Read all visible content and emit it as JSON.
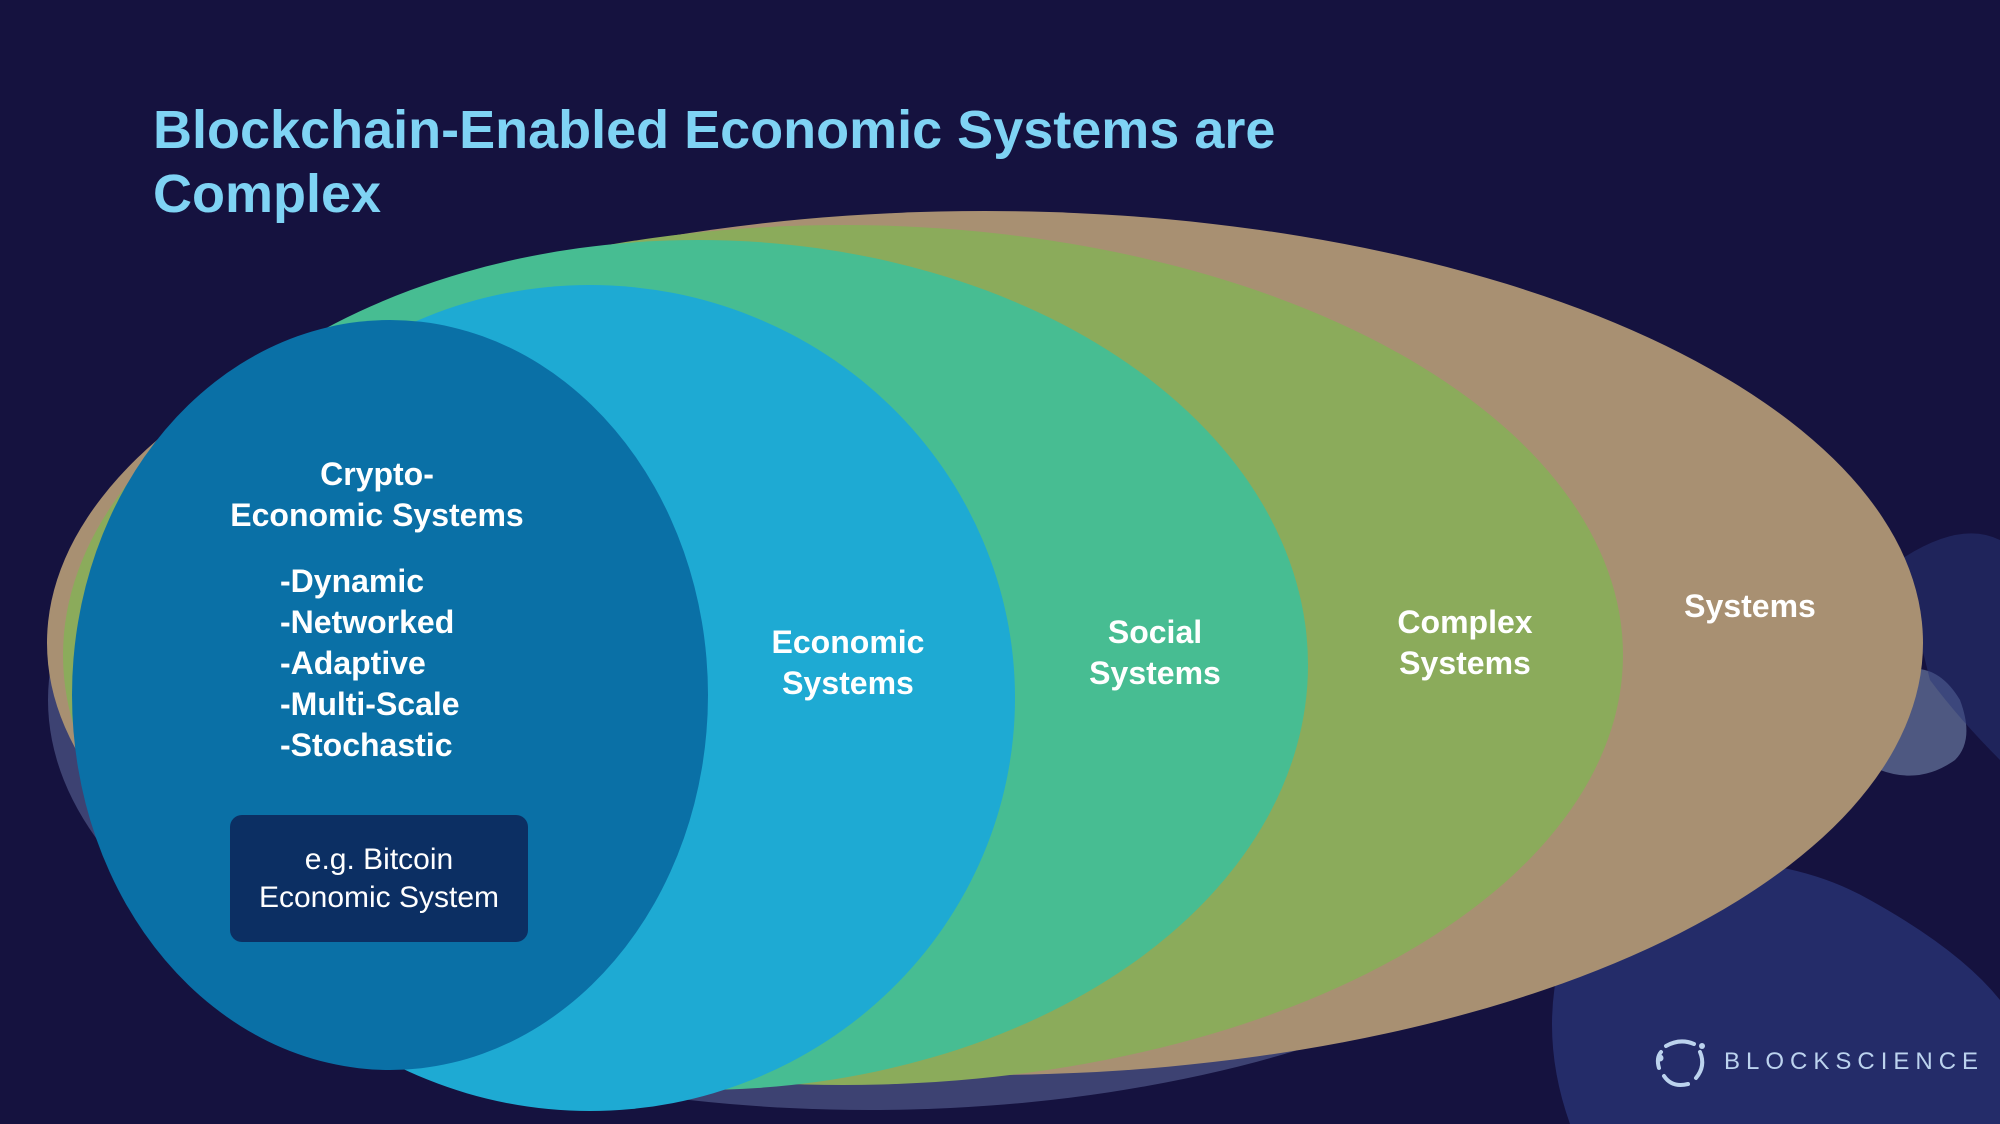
{
  "title": "Blockchain-Enabled Economic Systems are Complex",
  "sets": [
    {
      "id": "systems",
      "lines": [
        "Systems"
      ],
      "color": "#a89072"
    },
    {
      "id": "complex-systems",
      "lines": [
        "Complex",
        "Systems"
      ],
      "color": "#8bab5b"
    },
    {
      "id": "social-systems",
      "lines": [
        "Social",
        "Systems"
      ],
      "color": "#47bd92"
    },
    {
      "id": "economic-systems",
      "lines": [
        "Economic",
        "Systems"
      ],
      "color": "#1eaad3"
    },
    {
      "id": "crypto-economic-systems",
      "lines": [
        "Crypto-",
        "Economic Systems"
      ],
      "color": "#0a70a6"
    }
  ],
  "traits": [
    "-Dynamic",
    "-Networked",
    "-Adaptive",
    "-Multi-Scale",
    "-Stochastic"
  ],
  "example": [
    "e.g. Bitcoin",
    "Economic System"
  ],
  "brand": {
    "name": "BLOCKSCIENCE",
    "icon": "blockscience-logo-icon"
  }
}
